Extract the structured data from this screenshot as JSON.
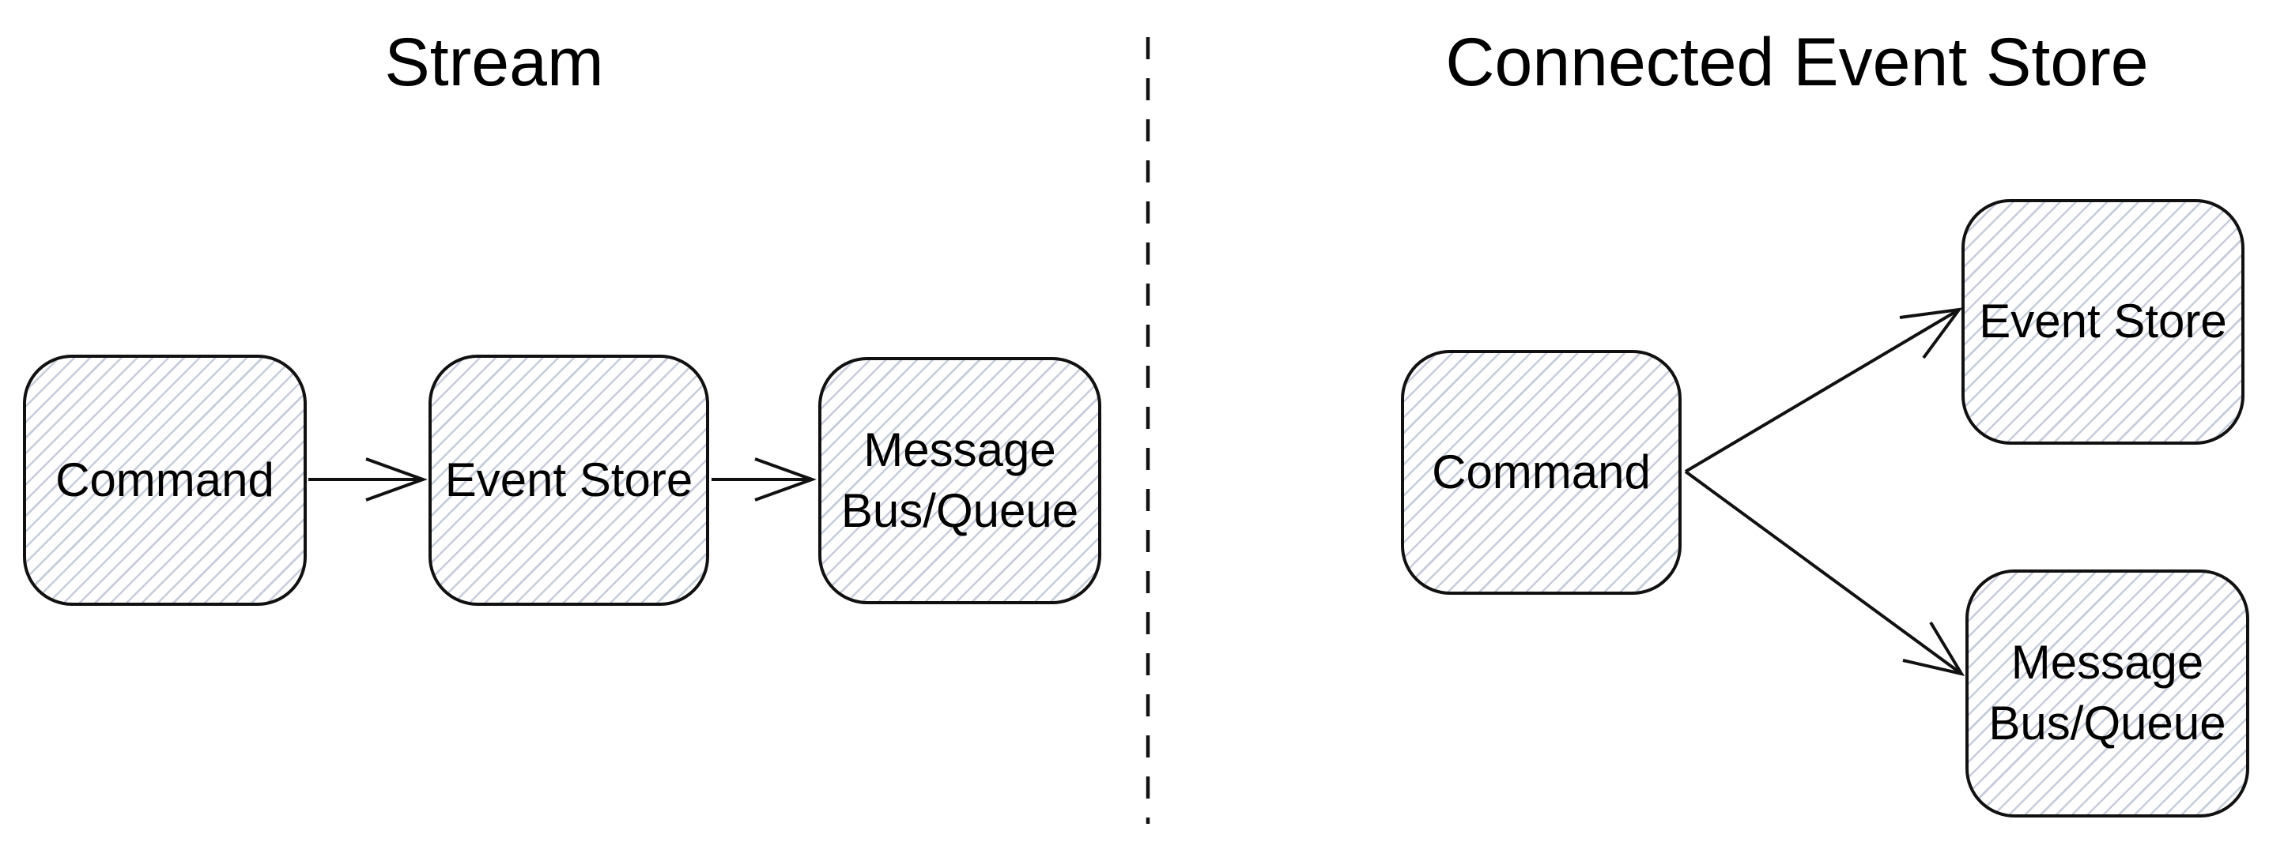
{
  "diagram": {
    "kind": "architecture-comparison",
    "panels": [
      {
        "title": "Stream",
        "nodes": [
          {
            "id": "command",
            "label": "Command"
          },
          {
            "id": "event-store",
            "label": "Event Store"
          },
          {
            "id": "message-bus-queue",
            "label": "Message Bus/Queue"
          }
        ],
        "edges": [
          {
            "from": "command",
            "to": "event-store"
          },
          {
            "from": "event-store",
            "to": "message-bus-queue"
          }
        ]
      },
      {
        "title": "Connected Event Store",
        "nodes": [
          {
            "id": "command",
            "label": "Command"
          },
          {
            "id": "event-store",
            "label": "Event Store"
          },
          {
            "id": "message-bus-queue",
            "label": "Message Bus/Queue"
          }
        ],
        "edges": [
          {
            "from": "command",
            "to": "event-store"
          },
          {
            "from": "command",
            "to": "message-bus-queue"
          }
        ]
      }
    ],
    "colors": {
      "background": "#ffffff",
      "node_fill": "#ffffff",
      "node_hatch": "#c7cdda",
      "stroke": "#111111",
      "text": "#000000"
    }
  }
}
